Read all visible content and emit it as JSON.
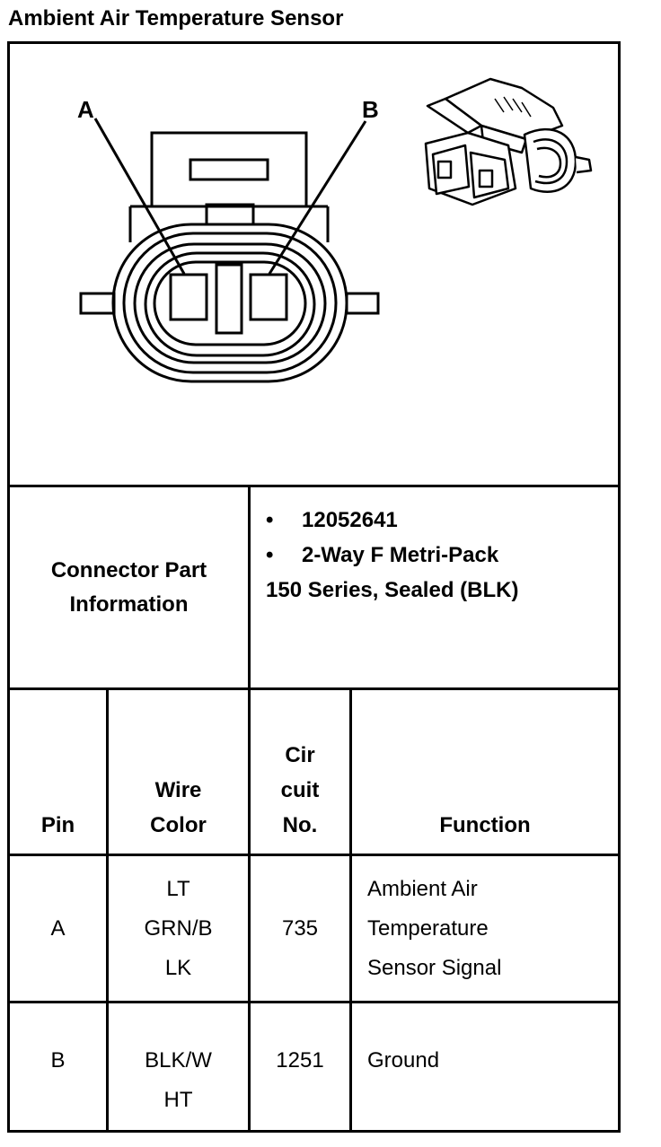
{
  "title": "Ambient Air Temperature Sensor",
  "diagram": {
    "pin_a_label": "A",
    "pin_b_label": "B"
  },
  "connector_info": {
    "label_line1": "Connector Part",
    "label_line2": "Information",
    "bullet_symbol": "•",
    "items": [
      "12052641",
      "2-Way F Metri-Pack"
    ],
    "continuation": "150 Series, Sealed (BLK)"
  },
  "table": {
    "headers": {
      "pin": "Pin",
      "wire_color_1": "Wire",
      "wire_color_2": "Color",
      "circuit_1": "Cir",
      "circuit_2": "cuit",
      "circuit_3": "No.",
      "function": "Function"
    },
    "rows": [
      {
        "pin": "A",
        "wire_lines": [
          "LT",
          "GRN/B",
          "LK"
        ],
        "circuit": "735",
        "function_lines": [
          "Ambient Air",
          "Temperature",
          "Sensor Signal"
        ]
      },
      {
        "pin": "B",
        "wire_lines": [
          "BLK/W",
          "HT"
        ],
        "circuit": "1251",
        "function_lines": [
          "Ground"
        ]
      }
    ]
  }
}
